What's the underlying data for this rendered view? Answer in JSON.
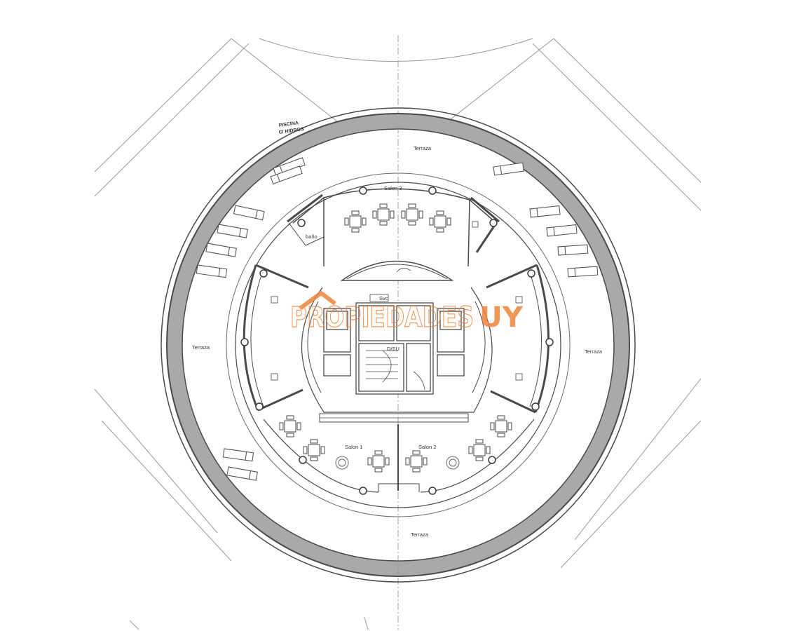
{
  "colors": {
    "background": "#ffffff",
    "line": "#4a4a4a",
    "light_line": "#9a9a9a",
    "pool_fill": "#a9a9a9",
    "floor_fill": "#ffffff",
    "watermark": "#f0843c"
  },
  "labels": {
    "pool_line1": "PISCINA",
    "pool_line2": "C/ HIDROS",
    "terrace_north": "Terraza",
    "terrace_west": "Terraza",
    "terrace_east": "Terraza",
    "terrace_south": "Terraza",
    "salon_1": "Salon 1",
    "salon_2": "Salon 2",
    "salon_3": "Salon 3",
    "bano": "baño",
    "svc": "Svc",
    "stair": "D/SU"
  },
  "watermark": {
    "text": "PROPIEDADES",
    "suffix": "UY",
    "icon": "house-roof-icon"
  }
}
